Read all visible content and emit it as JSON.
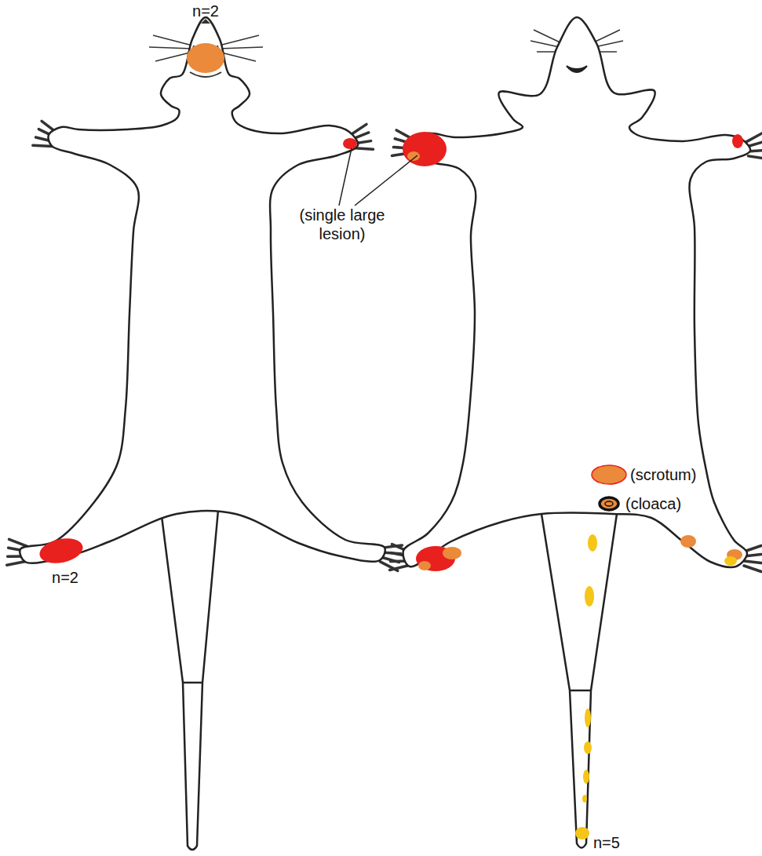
{
  "diagram": {
    "labels": [
      "n=2",
      "(single large lesion)",
      "n=2",
      "(scrotum)",
      "(cloaca)",
      "n=5"
    ]
  }
}
